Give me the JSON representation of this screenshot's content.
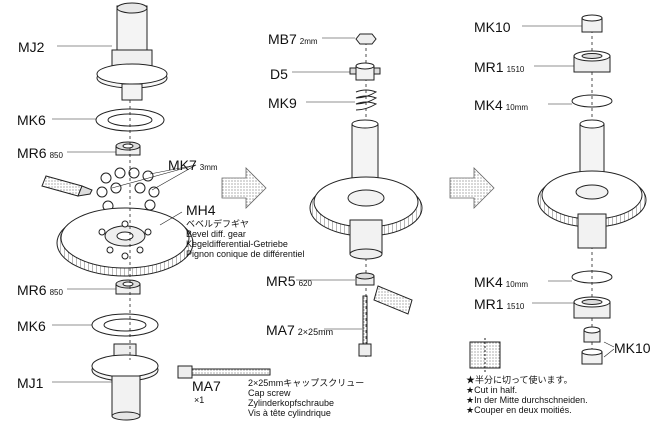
{
  "labels": {
    "mj2": "MJ2",
    "mk6_top": "MK6",
    "mr6_top": "MR6",
    "mr6_top_size": "850",
    "mk7": "MK7",
    "mk7_size": "3mm",
    "mh4": "MH4",
    "mh4_desc": [
      "ベベルデフギヤ",
      "Bevel diff. gear",
      "Kegeldifferential-Getriebe",
      "Pignon conique de différentiel"
    ],
    "mr6_bottom": "MR6",
    "mr6_bottom_size": "850",
    "mk6_bottom": "MK6",
    "mj1": "MJ1",
    "ma7_part": "MA7",
    "ma7_qty": "×1",
    "ma7_desc": [
      "2×25mmキャップスクリュー",
      "Cap screw",
      "Zylinderkopfschraube",
      "Vis à tête cylindrique"
    ],
    "mb7": "MB7",
    "mb7_size": "2mm",
    "d5": "D5",
    "mk9": "MK9",
    "mr5": "MR5",
    "mr5_size": "620",
    "ma7_step": "MA7",
    "ma7_step_size": "2×25mm",
    "mk10_top": "MK10",
    "mr1_top": "MR1",
    "mr1_top_size": "1510",
    "mk4_top": "MK4",
    "mk4_top_size": "10mm",
    "mk4_bottom": "MK4",
    "mk4_bottom_size": "10mm",
    "mr1_bottom": "MR1",
    "mr1_bottom_size": "1510",
    "mk10_bottom": "MK10",
    "note": [
      "★半分に切って使います。",
      "★Cut in half.",
      "★In der Mitte durchschneiden.",
      "★Couper en deux moitiés."
    ]
  },
  "icons": {
    "step_arrow_1": "step-arrow-icon",
    "step_arrow_2": "step-arrow-icon"
  }
}
